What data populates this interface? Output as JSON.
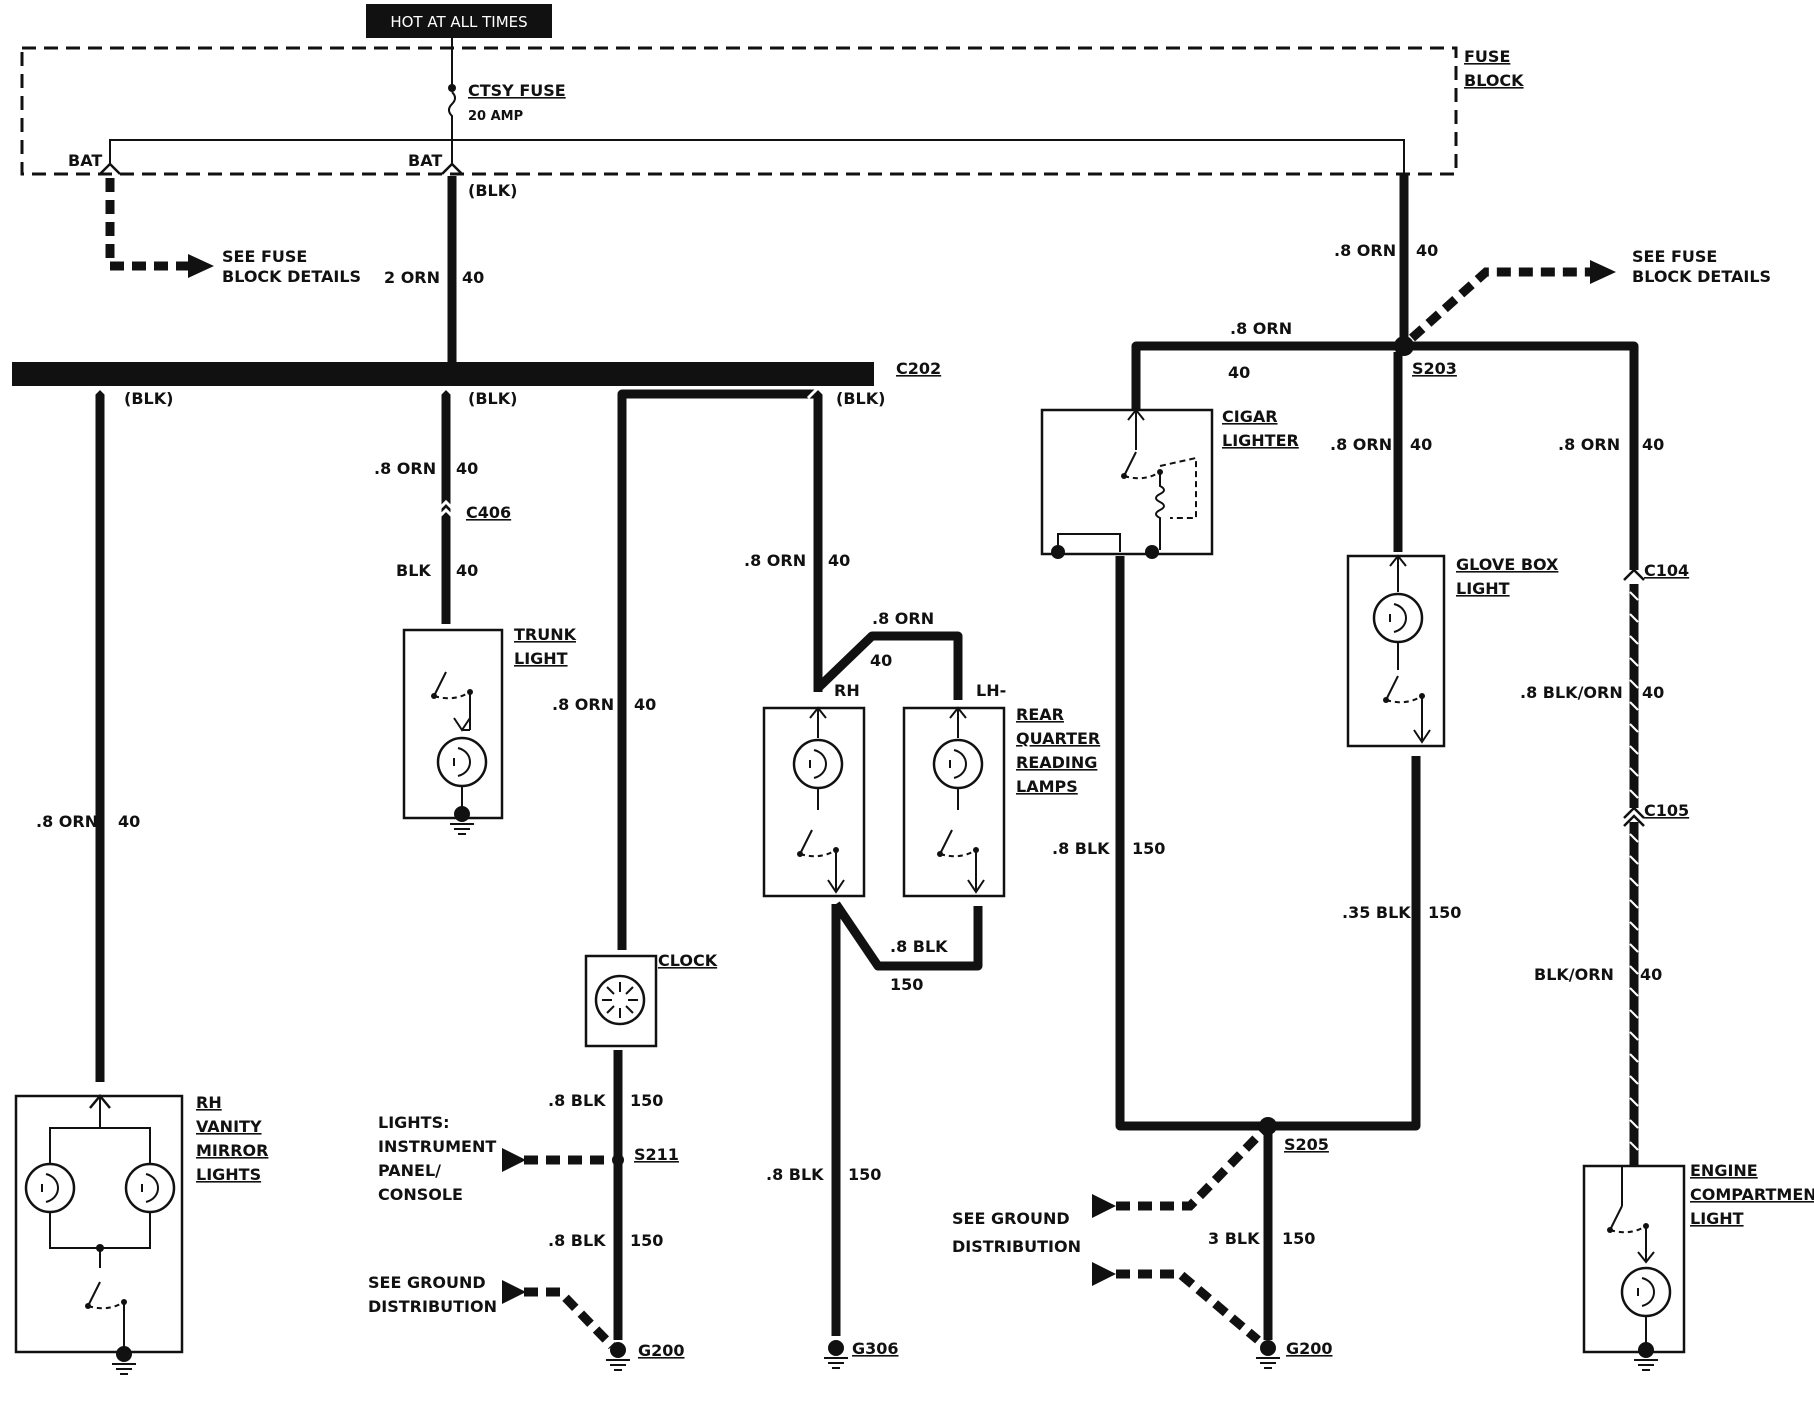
{
  "header": {
    "hot_label": "HOT AT ALL TIMES"
  },
  "fuse_block": {
    "title": [
      "FUSE",
      "BLOCK"
    ],
    "fuse_name": "CTSY FUSE",
    "fuse_rating": "20 AMP",
    "bat_left": "BAT",
    "bat_center": "BAT",
    "blk_center": "(BLK)"
  },
  "see_fuse_left": [
    "SEE FUSE",
    "BLOCK DETAILS"
  ],
  "see_fuse_right": [
    "SEE FUSE",
    "BLOCK DETAILS"
  ],
  "connectors": {
    "c202": "C202",
    "c406": "C406",
    "c104": "C104",
    "c105": "C105",
    "blk1": "(BLK)",
    "blk2": "(BLK)",
    "blk3": "(BLK)"
  },
  "splices": {
    "s203": "S203",
    "s205": "S205",
    "s211": "S211"
  },
  "grounds": {
    "g200a": "G200",
    "g306": "G306",
    "g200b": "G200"
  },
  "wires": {
    "main_feed": {
      "gauge": "2 ORN",
      "circuit": "40"
    },
    "right_feed": {
      "gauge": ".8 ORN",
      "circuit": "40"
    },
    "cigar_feed": {
      "gauge": ".8 ORN",
      "circuit": "40"
    },
    "glove_feed": {
      "gauge": ".8 ORN",
      "circuit": "40"
    },
    "engine_feed": {
      "gauge": ".8 ORN",
      "circuit": "40"
    },
    "engine_mid": {
      "gauge": ".8 BLK/ORN",
      "circuit": "40"
    },
    "engine_low": {
      "gauge": "BLK/ORN",
      "circuit": "40"
    },
    "vanity_feed": {
      "gauge": ".8 ORN",
      "circuit": "40"
    },
    "trunk_feed1": {
      "gauge": ".8 ORN",
      "circuit": "40"
    },
    "trunk_feed2": {
      "gauge": "BLK",
      "circuit": "40"
    },
    "clock_feed": {
      "gauge": ".8 ORN",
      "circuit": "40"
    },
    "clock_gnd1": {
      "gauge": ".8 BLK",
      "circuit": "150"
    },
    "clock_gnd2": {
      "gauge": ".8 BLK",
      "circuit": "150"
    },
    "reading_feed": {
      "gauge": ".8 ORN",
      "circuit": "40"
    },
    "reading_jumper": {
      "gauge": ".8 ORN",
      "circuit": "40"
    },
    "reading_gnd_jumper": {
      "gauge": ".8 BLK",
      "circuit": "150"
    },
    "reading_gnd": {
      "gauge": ".8 BLK",
      "circuit": "150"
    },
    "cigar_gnd": {
      "gauge": ".8 BLK",
      "circuit": "150"
    },
    "glove_gnd": {
      "gauge": ".35 BLK",
      "circuit": "150"
    },
    "s205_gnd": {
      "gauge": "3 BLK",
      "circuit": "150"
    }
  },
  "components": {
    "trunk": [
      "TRUNK",
      "LIGHT"
    ],
    "cigar": [
      "CIGAR",
      "LIGHTER"
    ],
    "glove": [
      "GLOVE BOX",
      "LIGHT"
    ],
    "clock": "CLOCK",
    "reading": [
      "REAR",
      "QUARTER",
      "READING",
      "LAMPS"
    ],
    "rh": "RH",
    "lh": "LH-",
    "vanity": [
      "RH",
      "VANITY",
      "MIRROR",
      "LIGHTS"
    ],
    "engine": [
      "ENGINE",
      "COMPARTMENT",
      "LIGHT"
    ]
  },
  "lights_ip": [
    "LIGHTS:",
    "INSTRUMENT",
    "PANEL/",
    "CONSOLE"
  ],
  "ground_dist_left": [
    "SEE GROUND",
    "DISTRIBUTION"
  ],
  "ground_dist_right": [
    "SEE GROUND",
    "DISTRIBUTION"
  ]
}
